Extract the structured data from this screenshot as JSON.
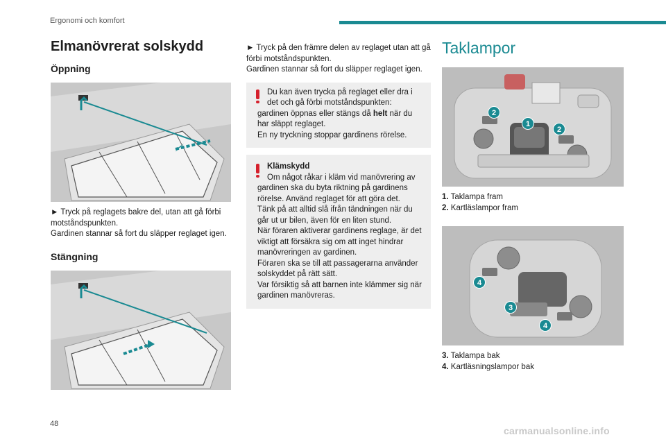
{
  "header": {
    "section": "Ergonomi och komfort",
    "accent": "#1a8a92"
  },
  "page_number": "48",
  "watermark": "carmanualsonline.info",
  "col1": {
    "title": "Elmanövrerat solskydd",
    "opening_heading": "Öppning",
    "opening_text": "► Tryck på reglagets bakre del, utan att gå förbi motståndspunkten.",
    "opening_text2": "Gardinen stannar så fort du släpper reglaget igen.",
    "closing_heading": "Stängning"
  },
  "col2": {
    "close_text": "► Tryck på den främre delen av reglaget utan att gå förbi motståndspunkten.",
    "close_text2": "Gardinen stannar så fort du släpper reglaget igen.",
    "warning1": {
      "line1": "Du kan även trycka på reglaget eller dra i det och gå förbi motståndspunkten:",
      "line2_pre": "gardinen öppnas eller stängs då ",
      "line2_bold": "helt",
      "line2_post": " när du har släppt reglaget.",
      "line3": "En ny tryckning stoppar gardinens rörelse."
    },
    "warning2": {
      "title": "Klämskydd",
      "p1": "Om något råkar i kläm vid manövrering av gardinen ska du byta riktning på gardinens rörelse. Använd reglaget för att göra det.",
      "p2": "Tänk på att alltid slå ifrån tändningen när du går ut ur bilen, även för en liten stund.",
      "p3": "När föraren aktiverar gardinens reglage, är det viktigt att försäkra sig om att inget hindrar manövreringen av gardinen.",
      "p4": "Föraren ska se till att passagerarna använder solskyddet på rätt sätt.",
      "p5": "Var försiktig så att barnen inte klämmer sig när gardinen manövreras."
    },
    "warning_color": "#d5202c"
  },
  "col3": {
    "title": "Taklampor",
    "fig1_labels": [
      "1",
      "2",
      "2"
    ],
    "front_list": [
      {
        "num": "1.",
        "text": "Taklampa fram"
      },
      {
        "num": "2.",
        "text": "Kartläslampor fram"
      }
    ],
    "fig2_labels": [
      "3",
      "4",
      "4"
    ],
    "rear_list": [
      {
        "num": "3.",
        "text": "Taklampa bak"
      },
      {
        "num": "4.",
        "text": "Kartläsningslampor bak"
      }
    ]
  }
}
